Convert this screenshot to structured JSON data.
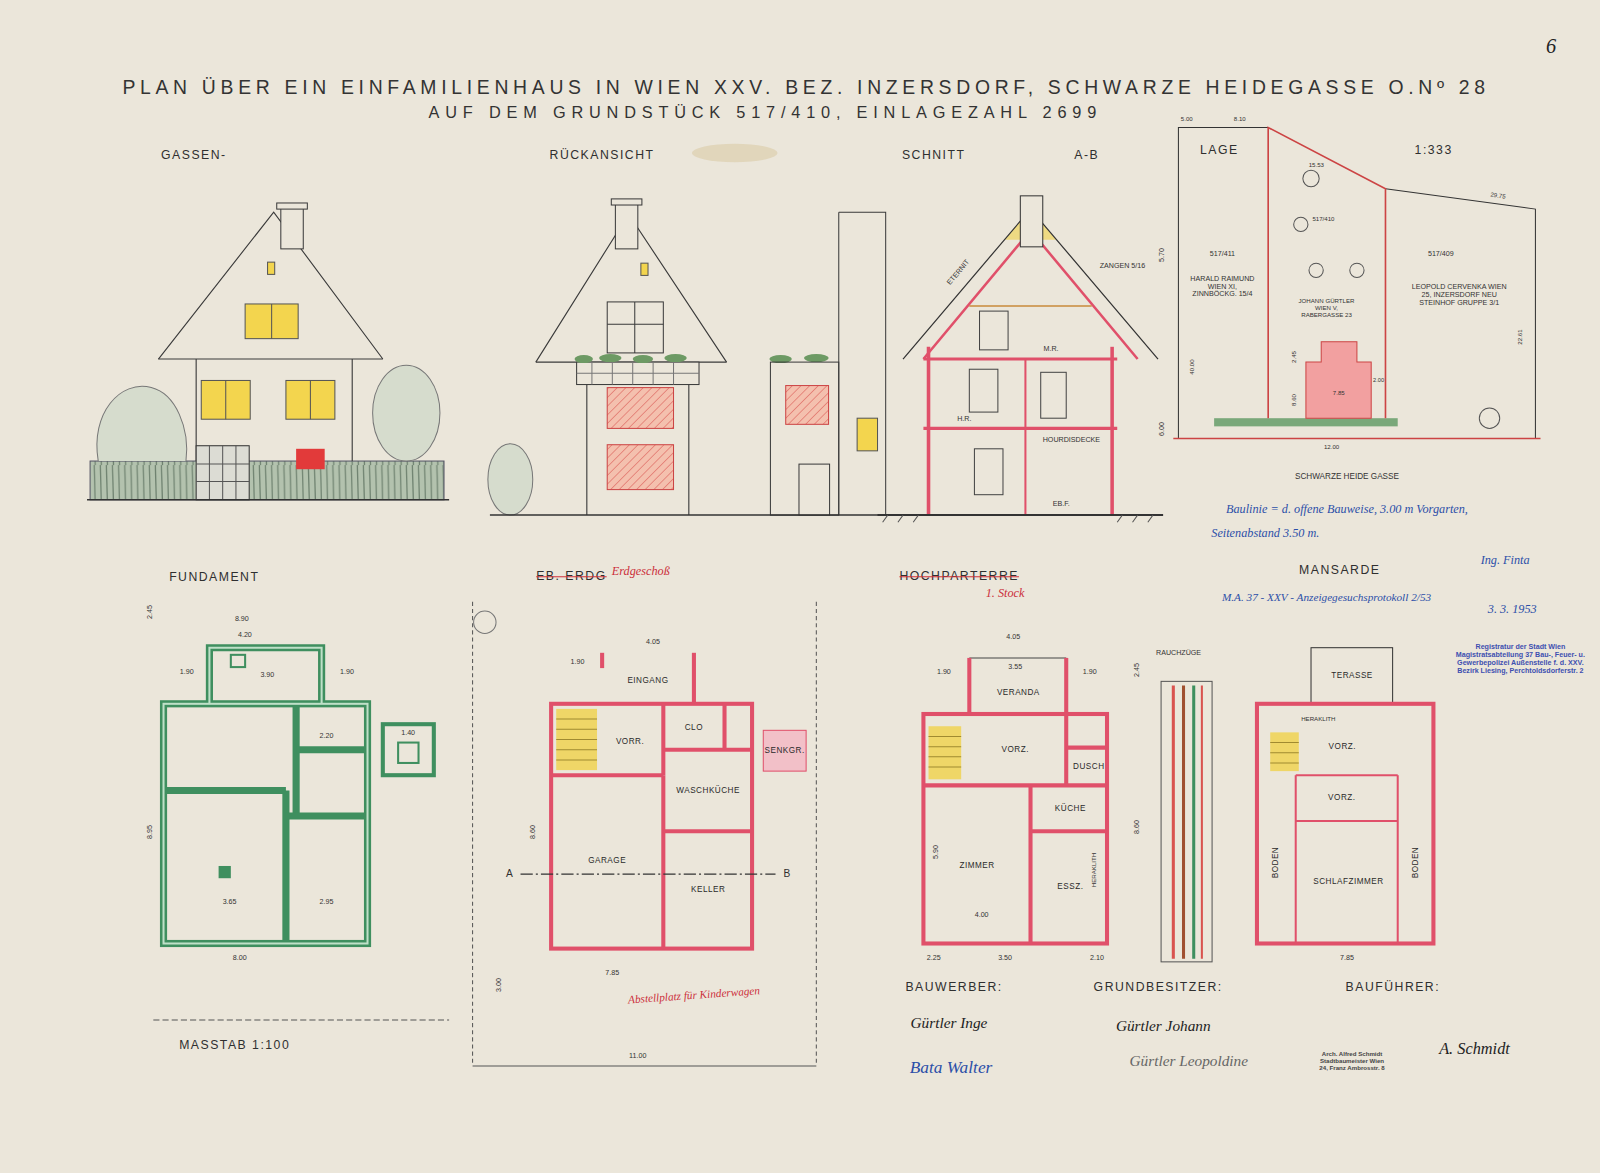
{
  "diagram": {
    "title": "PLAN ÜBER EIN EINFAMILIENHAUS IN WIEN XXV. BEZ. INZERSDORF, SCHWARZE HEIDEGASSE O.Nº 28",
    "nodes": [
      {
        "text": [
          "EINGANG"
        ]
      },
      {
        "text": [
          "VORR."
        ]
      },
      {
        "text": [
          "CLO"
        ]
      },
      {
        "text": [
          "WASCHKÜCHE"
        ]
      },
      {
        "text": [
          "GARAGE"
        ]
      },
      {
        "text": [
          "KELLER"
        ]
      },
      {
        "text": [
          "SENKGR."
        ]
      },
      {
        "text": [
          "VERANDA"
        ]
      },
      {
        "text": [
          "VORZ."
        ]
      },
      {
        "text": [
          "DUSCH"
        ]
      },
      {
        "text": [
          "KÜCHE"
        ]
      },
      {
        "text": [
          "ZIMMER"
        ]
      },
      {
        "text": [
          "ESSZ."
        ]
      },
      {
        "text": [
          "TERASSE"
        ]
      },
      {
        "text": [
          "VORZ."
        ]
      },
      {
        "text": [
          "VORZ."
        ]
      },
      {
        "text": [
          "BODEN"
        ]
      },
      {
        "text": [
          "SCHLAFZIMMER"
        ]
      },
      {
        "text": [
          "BODEN"
        ]
      }
    ],
    "labels": [
      "AUF DEM GRUNDSTÜCK 517/410, EINLAGEZAHL 2699",
      "6",
      "GASSEN-",
      "RÜCKANSICHT",
      "SCHNITT",
      "A-B",
      "LAGE",
      "1:333",
      "ETERNIT",
      "ZANGEN 5/16",
      "M.R.",
      "H.R.",
      "HOURDISDECKE",
      "EB.F.",
      "5.70",
      "6.00",
      "5.00",
      "8.10",
      "15.53",
      "29.75",
      "517/411",
      "HARALD RAIMUND WIEN XI, ZINNBÖCKG. 15/4",
      "517/410",
      "517/409",
      "LEOPOLD CERVENKA WIEN 25, INZERSDORF NEU STEINHOF GRUPPE 3/1",
      "JOHANN GÜRTLER WIEN V, RABERGASSE 23",
      "40.00",
      "22.61",
      "2.45",
      "8.60",
      "7.85",
      "2.00",
      "12.00",
      "SCHWARZE HEIDE GASSE",
      "Baulinie = d. offene Bauweise, 3.00 m Vorgarten,",
      "Seitenabstand 3.50 m.",
      "Ing. Finta",
      "M.A. 37 - XXV - Anzeigegesuchsprotokoll 2/53",
      "3. 3. 1953",
      "Registratur der Stadt Wien Magistratsabteilung 37 Bau-, Feuer- u. Gewerbepolizei Außenstelle f. d. XXV. Bezirk Liesing, Perchtoldsdorferstr. 2",
      "FUNDAMENT",
      "8.90",
      "4.20",
      "1.90",
      "3.90",
      "1.90",
      "2.45",
      "8.95",
      "2.20",
      "1.40",
      "3.65",
      "2.95",
      "8.00",
      "MASSTAB 1:100",
      "EB. ERDG",
      "Erdgeschoß",
      "1.90",
      "4.05",
      "8.60",
      "A",
      "B",
      "7.85",
      "11.00",
      "Abstellplatz für Kinderwagen",
      "3.00",
      "HOCHPARTERRE",
      "1. Stock",
      "4.05",
      "1.90",
      "3.55",
      "1.90",
      "2.45",
      "RAUCHZÜGE",
      "HERAKLITH",
      "8.60",
      "5.90",
      "4.00",
      "2.25",
      "3.50",
      "2.10",
      "MANSARDE",
      "HERAKLITH",
      "7.85",
      "BAUWERBER:",
      "GRUNDBESITZER:",
      "BAUFÜHRER:",
      "Gürtler Inge",
      "Bata Walter",
      "Gürtler Johann",
      "Gürtler Leopoldine",
      "Arch. Alfred Schmidt Stadtbaumeister Wien 24, Franz Ambrosstr. 8",
      "A. Schmidt"
    ]
  }
}
